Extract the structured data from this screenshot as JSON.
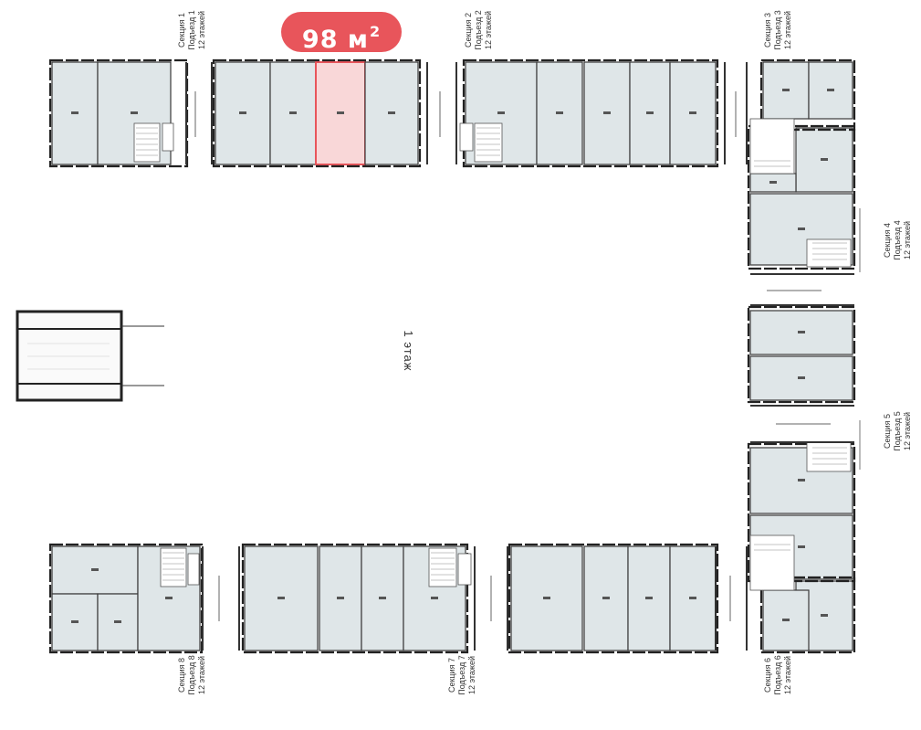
{
  "badge": {
    "area_value": "98 м",
    "area_sup": "2"
  },
  "floor_label": "1 этаж",
  "sections": [
    {
      "id": "s1",
      "line1": "Секция 1",
      "line2": "Подъезд 1",
      "line3": "12 этажей"
    },
    {
      "id": "s2",
      "line1": "Секция 2",
      "line2": "Подъезд 2",
      "line3": "12 этажей"
    },
    {
      "id": "s3",
      "line1": "Секция 3",
      "line2": "Подъезд 3",
      "line3": "12 этажей"
    },
    {
      "id": "s4",
      "line1": "Секция 4",
      "line2": "Подъезд 4",
      "line3": "12 этажей"
    },
    {
      "id": "s5",
      "line1": "Секция 5",
      "line2": "Подъезд 5",
      "line3": "12 этажей"
    },
    {
      "id": "s6",
      "line1": "Секция 6",
      "line2": "Подъезд 6",
      "line3": "12 этажей"
    },
    {
      "id": "s7",
      "line1": "Секция 7",
      "line2": "Подъезд 7",
      "line3": "12 этажей"
    },
    {
      "id": "s8",
      "line1": "Секция 8",
      "line2": "Подъезд 8",
      "line3": "12 этажей"
    }
  ],
  "colors": {
    "unit_fill": "#dfe6e8",
    "selected_fill": "#f9d7d8",
    "selected_stroke": "#e8555b",
    "wall": "#3a3a3a",
    "badge": "#e8555b"
  }
}
